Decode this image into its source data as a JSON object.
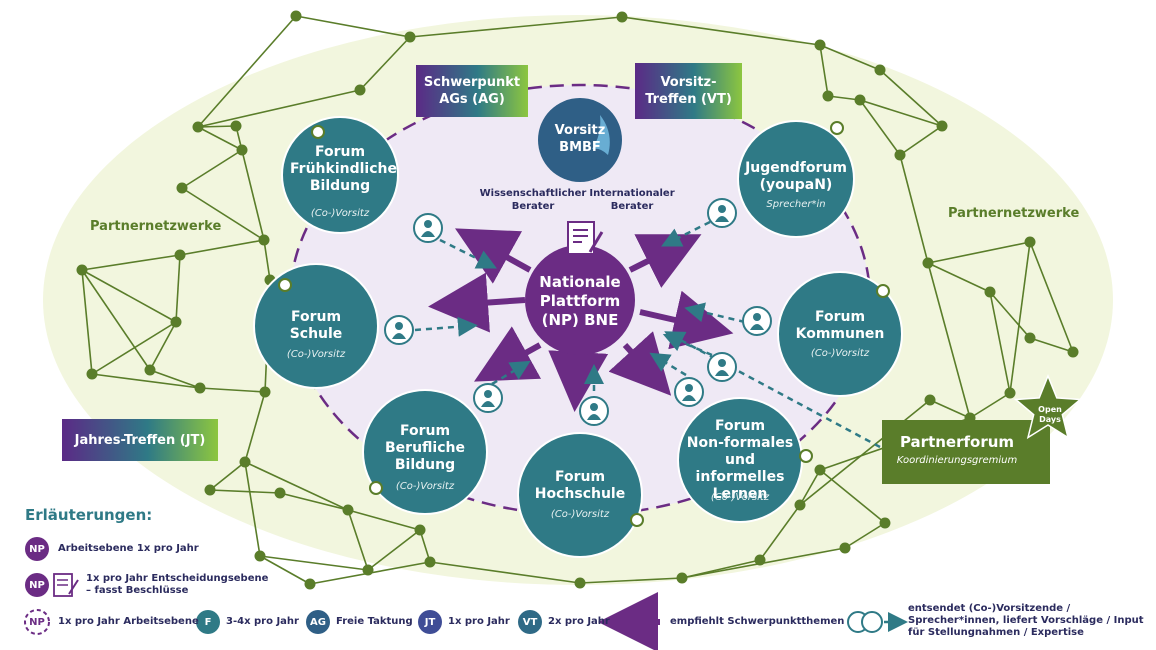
{
  "center": {
    "text": "Nationale\nPlattform\n(NP) BNE"
  },
  "vorsitz": {
    "text": "Vorsitz\nBMBF"
  },
  "advisors": {
    "science": "Wissenschaftlicher\nBerater",
    "international": "Internationaler\nBerater"
  },
  "tags": {
    "ag": "Schwerpunkt\nAGs (AG)",
    "vt": "Vorsitz-\nTreffen (VT)",
    "jt": "Jahres-Treffen (JT)"
  },
  "forums": {
    "fruehkindlich": {
      "title": "Forum\nFrühkindliche\nBildung",
      "sub": "(Co-)Vorsitz"
    },
    "jugend": {
      "title": "Jugendforum\n(youpaN)",
      "sub": "Sprecher*in"
    },
    "schule": {
      "title": "Forum\nSchule",
      "sub": "(Co-)Vorsitz"
    },
    "kommunen": {
      "title": "Forum\nKommunen",
      "sub": "(Co-)Vorsitz"
    },
    "beruflich": {
      "title": "Forum\nBerufliche\nBildung",
      "sub": "(Co-)Vorsitz"
    },
    "hochschule": {
      "title": "Forum\nHochschule",
      "sub": "(Co-)Vorsitz"
    },
    "nonformal": {
      "title": "Forum\nNon-formales\nund informelles\nLernen",
      "sub": "(Co-)Vorsitz"
    }
  },
  "partnernetzwerke": {
    "left": "Partnernetzwerke",
    "right": "Partnernetzwerke"
  },
  "partnerforum": {
    "title": "Partnerforum",
    "sub": "Koordinierungsgremium"
  },
  "open_days": "Open\nDays",
  "legend": {
    "title": "Erläuterungen:",
    "np_badge": "NP",
    "np_work": "Arbeitsebene 1x pro Jahr",
    "np_decision": "1x pro Jahr Entscheidungsebene\n– fasst Beschlüsse",
    "np_dashed": "1x pro Jahr Arbeitsebene",
    "f_badge": "F",
    "f_text": "3-4x pro Jahr",
    "ag_badge": "AG",
    "ag_text": "Freie Taktung",
    "jt_badge": "JT",
    "jt_text": "1x pro Jahr",
    "vt_badge": "VT",
    "vt_text": "2x pro Jahr",
    "arrow_text": "empfiehlt Schwerpunktthemen",
    "send_text": "entsendet (Co-)Vorsitzende /\nSprecher*innen, liefert Vorschläge / Input\nfür Stellungnahmen / Expertise"
  },
  "colors": {
    "teal": "#2f7a86",
    "purple": "#6b2c84",
    "green": "#5a7d2a",
    "bg_ellipse": "#f1f6dd",
    "inner": "#efe9f5",
    "navy": "#2b2b5e"
  }
}
